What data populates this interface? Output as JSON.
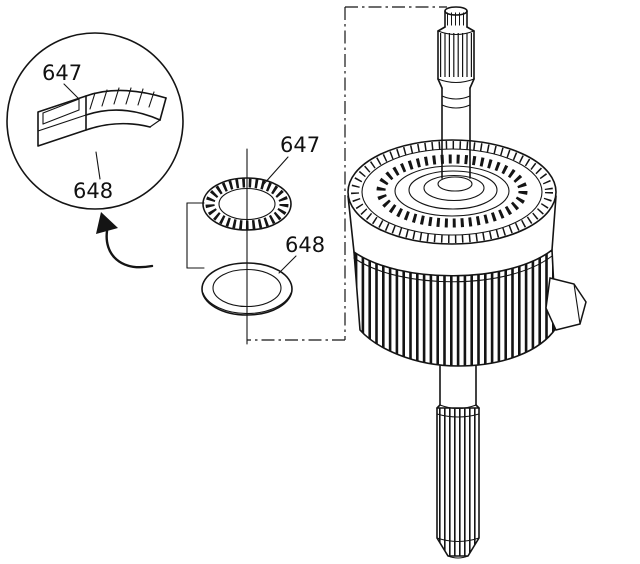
{
  "figure": {
    "type": "exploded-parts-diagram",
    "background": "#ffffff",
    "ink": "#141414",
    "callouts": {
      "detail_647": "647",
      "detail_648": "648",
      "bearing_647": "647",
      "washer_648": "648"
    }
  }
}
